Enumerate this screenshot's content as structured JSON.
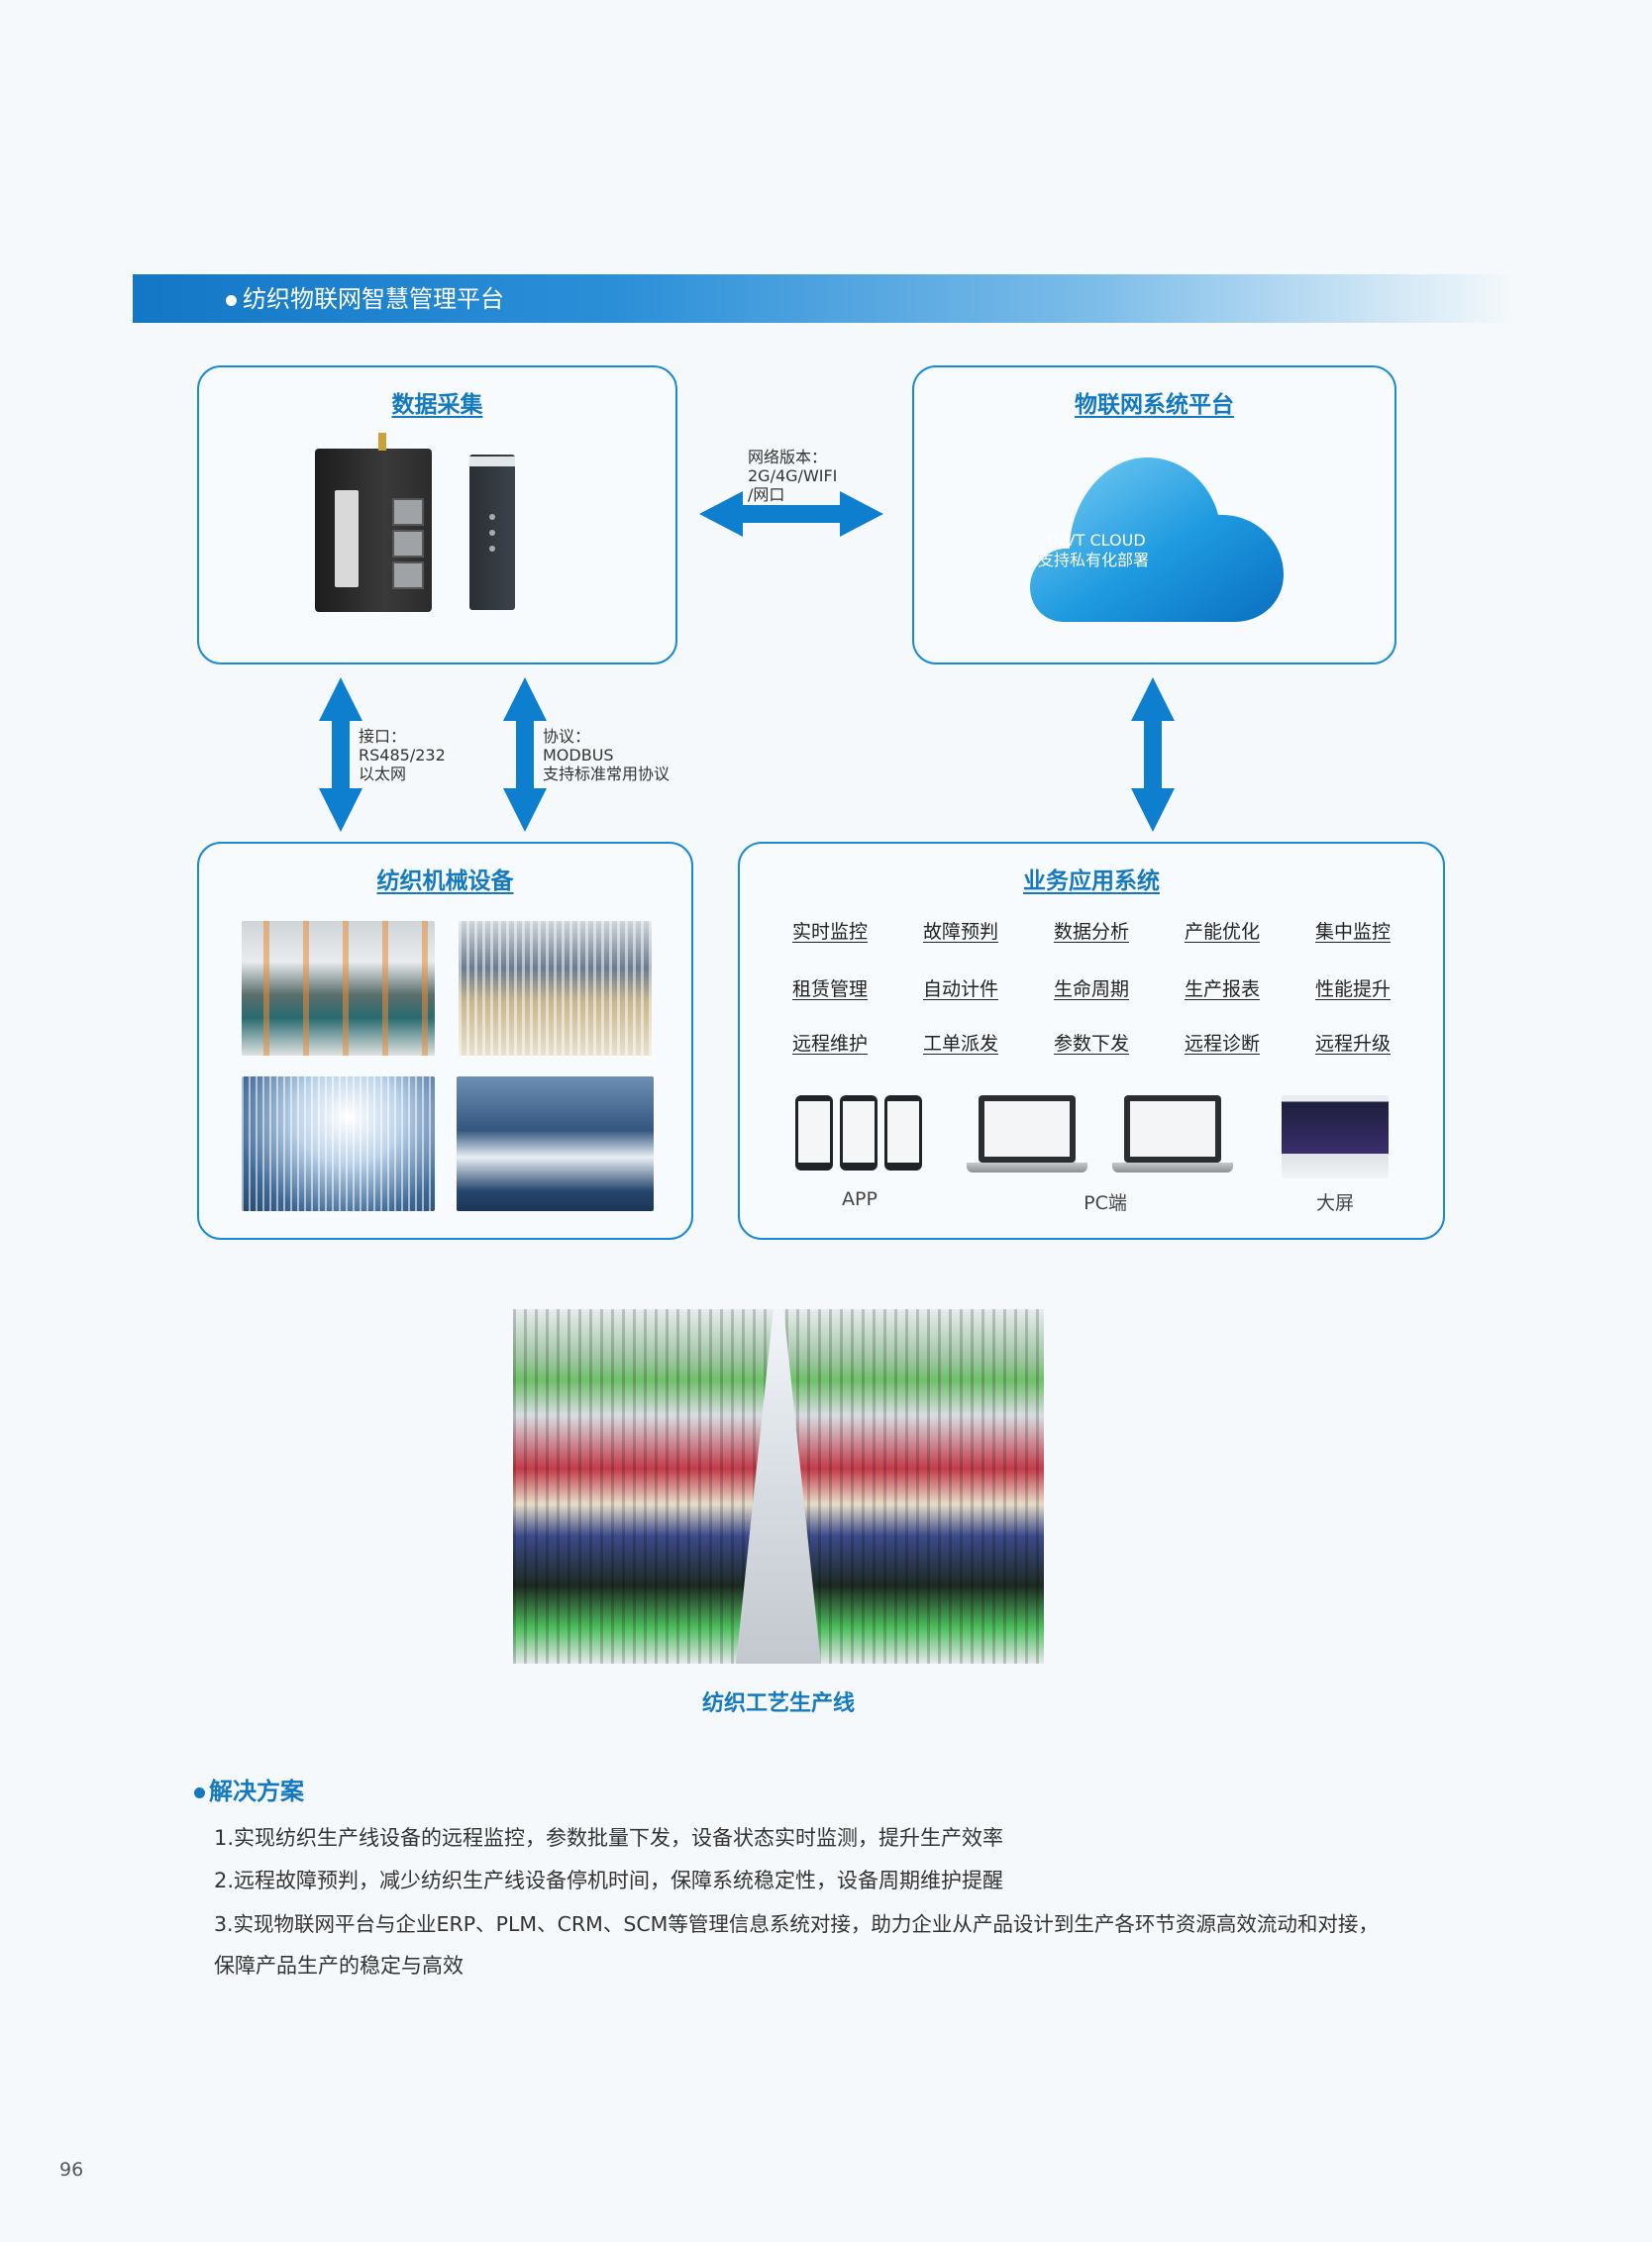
{
  "header": {
    "title": "纺织物联网智慧管理平台"
  },
  "data_collection": {
    "title": "数据采集",
    "network_note": [
      "网络版本：",
      "2G/4G/WIFI",
      "/网口"
    ]
  },
  "iot_platform": {
    "title": "物联网系统平台",
    "cloud_lines": [
      "INVT CLOUD",
      "支持私有化部署"
    ]
  },
  "interface_note": [
    "接口：",
    "RS485/232",
    "以太网"
  ],
  "protocol_note": [
    "协议：",
    "MODBUS",
    "支持标准常用协议"
  ],
  "textile_machinery": {
    "title": "纺织机械设备"
  },
  "business_apps": {
    "title": "业务应用系统",
    "items": [
      [
        "实时监控",
        "故障预判",
        "数据分析",
        "产能优化",
        "集中监控"
      ],
      [
        "租赁管理",
        "自动计件",
        "生命周期",
        "生产报表",
        "性能提升"
      ],
      [
        "远程维护",
        "工单派发",
        "参数下发",
        "远程诊断",
        "远程升级"
      ]
    ],
    "devices": [
      "APP",
      "PC端",
      "大屏"
    ]
  },
  "photo_caption": "纺织工艺生产线",
  "solution": {
    "title": "解决方案",
    "lines": [
      "1.实现纺织生产线设备的远程监控，参数批量下发，设备状态实时监测，提升生产效率",
      "2.远程故障预判，减少纺织生产线设备停机时间，保障系统稳定性，设备周期维护提醒",
      "3.实现物联网平台与企业ERP、PLM、CRM、SCM等管理信息系统对接，助力企业从产品设计到生产各环节资源高效流动和对接，",
      "保障产品生产的稳定与高效"
    ]
  },
  "page_number": "96",
  "colors": {
    "accent": "#1479c0",
    "arrow": "#0e7fcf",
    "border": "#1a8ad4"
  }
}
